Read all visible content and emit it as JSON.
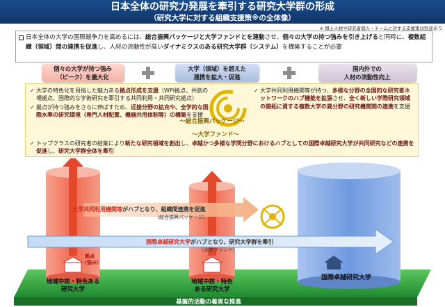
{
  "title": {
    "main": "日本全体の研究力発展を牽引する研究大学群の形成",
    "sub": "（研究大学に対する組織支援策※の全体像）"
  },
  "note": "※ 博士人材や研究者個人・チームに対する支援策は別途あり",
  "summary": {
    "t1": "日本全体の大学の国際競争力を高めるには、",
    "b1": "総合振興パッケージと大学ファンドとを連動",
    "t2": "させ、",
    "b2": "個々の大学の持つ強みを引き上げる",
    "t3": "と同時に、",
    "b3": "複数組織（領域）間の連携を促進",
    "t4": "し、人材の流動性が高い",
    "b4": "ダイナミクスのある研究大学群（システム）",
    "t5": "を構築することが必要"
  },
  "pills": {
    "p1": {
      "l1": "個々の大学が持つ強み",
      "l2": "（ピーク）を最大化"
    },
    "p2": {
      "l1": "大学（領域）を超えた",
      "l2": "連携を拡大・促進"
    },
    "p3": {
      "l1": "国内外での",
      "l2": "人材の流動性向上"
    }
  },
  "initiatives": {
    "i1": {
      "check": "✓",
      "t1": "大学の特色化を目指した魅力ある",
      "b1": "拠点形成を支援",
      "t2": "（WPI拠点、共創の場拠点、国際的な学術研究を牽引する共同利用・共同研究拠点）"
    },
    "i2": {
      "check": "✓",
      "t1": "拠点が持つ強みをさらに伸ばすため、",
      "b1": "近接分野の拡充や、全学的な国際水準の研究環境（専門人材配置、機器共用体制等）の構築",
      "t2": "を支援"
    },
    "i3": {
      "check": "✓",
      "t1": "大学共同利用機関等が持つ、",
      "b1": "多様な分野の全国的な研究者ネットワークのハブ機能を拡張",
      "t2": "させ、",
      "b2": "全く新しい学際研究領域の開拓に資する複数大学の異分野の研究機関間の連携",
      "t3": "を支援"
    },
    "i4": {
      "check": "✓",
      "t1": "トップクラスの研究者の結集により",
      "b1": "新たな研究領域を創出",
      "t2": "し、",
      "b2": "卓越かつ多様な学問分野におけるハブとしての国際卓越研究大学が共同研究などの連携を促進",
      "t3": "し、",
      "b3": "研究大学群全体を牽引"
    }
  },
  "pkg_label": "～総合振興パッケージ～",
  "fund_label": "～大学ファンド～",
  "scene": {
    "arrow1_u": "大学共同利用機関等",
    "arrow1_t": "がハブとなり、組織間連携を促進",
    "arrow1_sub": "（総合振興パッケージ）",
    "arrow2_u": "国際卓越研究大学",
    "arrow2_t": "がハブとなり、研究大学群を牽引",
    "arrow2_sub": "（大学ファンド）",
    "hub_l1": "拠点",
    "hub_l2": "（強み）",
    "univ1_l1": "地域中核・特色ある",
    "univ1_l2": "研究大学",
    "univ2_l1": "地域中核・特色",
    "univ2_l2": "ある研究大学",
    "univ3": "国際卓越研究大学",
    "base": "基盤的活動の着実な推進"
  },
  "colors": {
    "title_bg": "#0e3569",
    "pillar": "#f07a63",
    "cylinder": "#7fa6e0",
    "base": "#2c9b3a",
    "arrow_orange": "#e4482a",
    "arrow_blue": "#2b6cc4"
  }
}
